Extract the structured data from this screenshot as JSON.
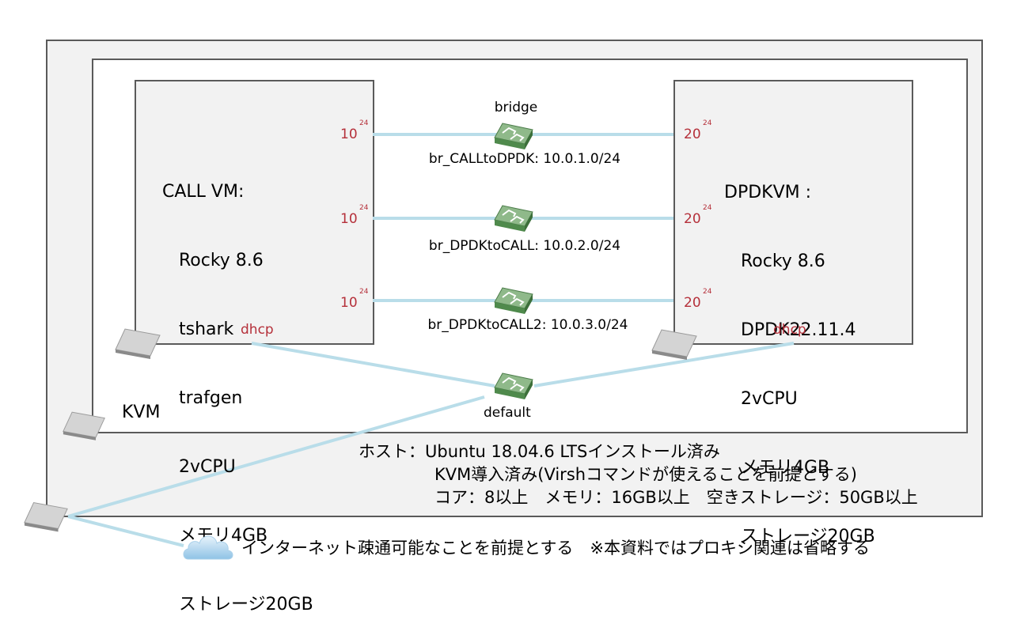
{
  "kvm_label": "KVM",
  "call_vm": {
    "lines": [
      "CALL VM:",
      "   Rocky 8.6",
      "   tshark",
      "   trafgen",
      "   2vCPU",
      "   メモリ4GB",
      "   ストレージ20GB"
    ]
  },
  "dpdk_vm": {
    "lines": [
      "DPDKVM :",
      "   Rocky 8.6",
      "   DPDK22.11.4",
      "   2vCPU",
      "   メモリ4GB",
      "   ストレージ20GB"
    ]
  },
  "bridge_title": "bridge",
  "bridges": [
    {
      "name": "br_CALLtoDPDK: 10.0.1.0/24",
      "left_ip": "10",
      "right_ip": "20",
      "prefix": "24"
    },
    {
      "name": "br_DPDKtoCALL: 10.0.2.0/24",
      "left_ip": "10",
      "right_ip": "20",
      "prefix": "24"
    },
    {
      "name": "br_DPDKtoCALL2: 10.0.3.0/24",
      "left_ip": "10",
      "right_ip": "20",
      "prefix": "24"
    }
  ],
  "dhcp_label": "dhcp",
  "default_label": "default",
  "host": {
    "line1": "ホスト：Ubuntu 18.04.6 LTSインストール済み",
    "line2": "KVM導入済み(Virshコマンドが使えることを前提とする)",
    "line3": "コア：8以上　メモリ：16GB以上　空きストレージ：50GB以上"
  },
  "internet_note": "インターネット疎通可能なことを前提とする　※本資料ではプロキシ関連は省略する",
  "colors": {
    "link": "#b9dde9",
    "ip_red": "#b5303a",
    "box_border": "#5a5a5a",
    "box_fill": "#f2f2f2"
  },
  "icons": [
    "switch-icon",
    "nic-icon",
    "cloud-icon"
  ]
}
